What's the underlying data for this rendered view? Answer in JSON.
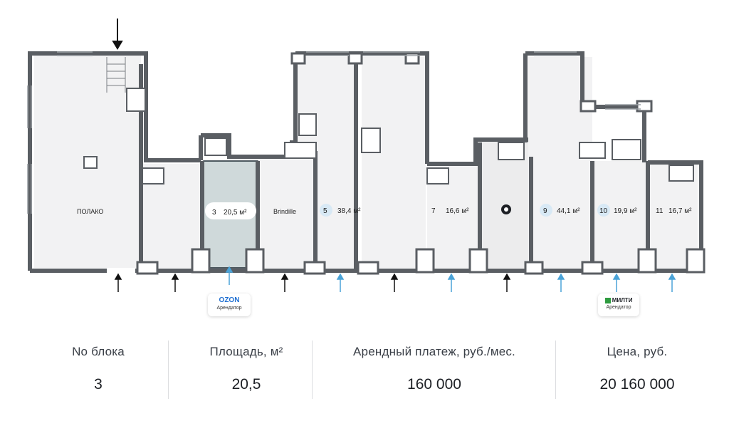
{
  "floorplan": {
    "units": [
      {
        "number": "3",
        "area": "20,5 м²",
        "highlighted": true
      },
      {
        "number": "5",
        "area": "38,4 м²"
      },
      {
        "number": "7",
        "area": "16,6 м²"
      },
      {
        "number": "9",
        "area": "44,1 м²"
      },
      {
        "number": "10",
        "area": "19,9 м²"
      },
      {
        "number": "11",
        "area": "16,7 м²"
      }
    ],
    "tenant_labels": {
      "polako": "ПОЛАКО",
      "brandshop": "Brindille"
    },
    "tenants": [
      {
        "brand": "OZON",
        "role": "Арендатор"
      },
      {
        "brand": "МИЛТИ",
        "role": "Арендатор"
      }
    ],
    "colors": {
      "highlight_fill": "#cfd9da",
      "highlight_stroke": "#1d2a33",
      "wall": "#5a5e63",
      "tag_bg": "#d8e9f5",
      "entrance_arrow_blue": "#4aa3d8",
      "ozon_blue": "#1f6fd1",
      "milti_green": "#2e9b3f"
    }
  },
  "stats": {
    "block": {
      "label": "No блока",
      "value": "3"
    },
    "area": {
      "label": "Площадь, м²",
      "value": "20,5"
    },
    "rent": {
      "label": "Арендный платеж, руб./мес.",
      "value": "160 000"
    },
    "price": {
      "label": "Цена, руб.",
      "value": "20 160 000"
    }
  }
}
